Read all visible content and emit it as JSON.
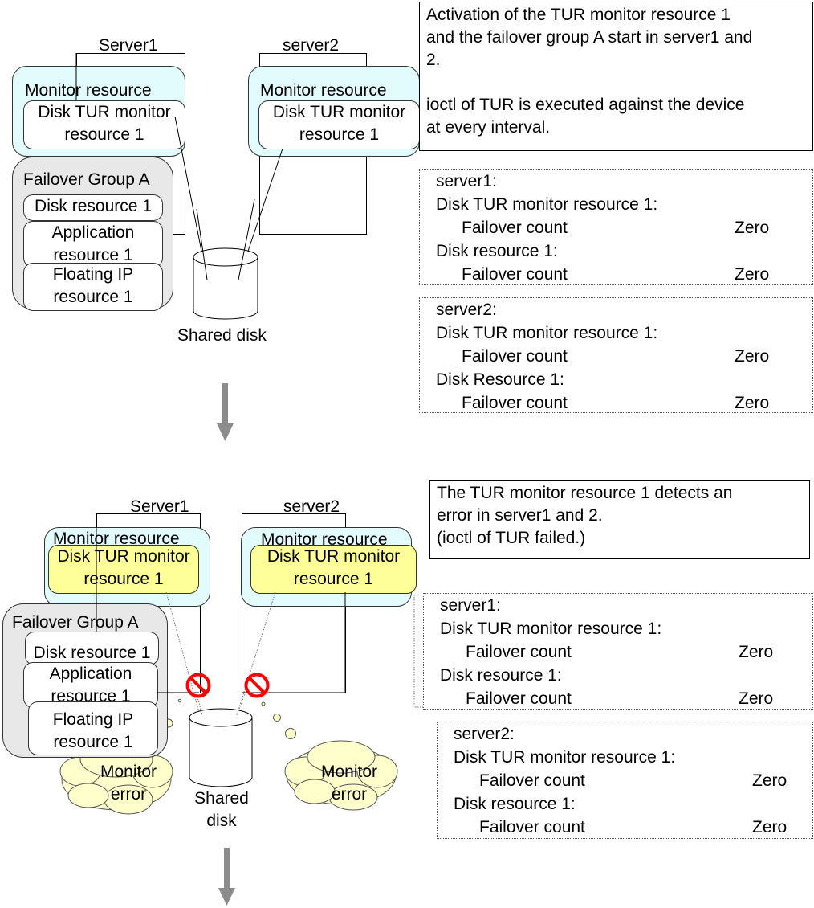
{
  "step1": {
    "server1_label": "Server1",
    "server2_label": "server2",
    "monitor_group_label": "Monitor resource",
    "tur_monitor_line1": "Disk TUR monitor",
    "tur_monitor_line2": "resource 1",
    "failover_group_label": "Failover Group A",
    "disk_resource": "Disk resource 1",
    "app_resource_line1": "Application",
    "app_resource_line2": "resource 1",
    "fip_resource_line1": "Floating IP",
    "fip_resource_line2": "resource 1",
    "shared_disk_label": "Shared disk",
    "note_lines": [
      "Activation of the TUR monitor resource 1",
      "and the failover group A start in server1 and",
      "2.",
      "",
      "ioctl of TUR is executed against the device",
      "at every interval."
    ],
    "status_server1": {
      "title": "server1:",
      "monitor_label": "Disk TUR monitor resource 1:",
      "monitor_count_label": "Failover count",
      "monitor_count_value": "Zero",
      "disk_label": "Disk resource 1:",
      "disk_count_label": "Failover count",
      "disk_count_value": "Zero"
    },
    "status_server2": {
      "title": "server2:",
      "monitor_label": "Disk TUR monitor resource 1:",
      "monitor_count_label": "Failover count",
      "monitor_count_value": "Zero",
      "disk_label": "Disk Resource 1:",
      "disk_count_label": "Failover count",
      "disk_count_value": "Zero"
    }
  },
  "step2": {
    "server1_label": "Server1",
    "server2_label": "server2",
    "monitor_group_label": "Monitor resource",
    "tur_monitor_line1": "Disk TUR monitor",
    "tur_monitor_line2": "resource 1",
    "failover_group_label": "Failover Group A",
    "disk_resource": "Disk resource 1",
    "app_resource_line1": "Application",
    "app_resource_line2": "resource 1",
    "fip_resource_line1": "Floating IP",
    "fip_resource_line2": "resource 1",
    "shared_disk_line1": "Shared",
    "shared_disk_line2": "disk",
    "error_cloud_line1": "Monitor",
    "error_cloud_line2": "error",
    "note_lines": [
      "The TUR monitor resource 1 detects an",
      "error in server1 and 2.",
      "(ioctl of TUR failed.)"
    ],
    "status_server1": {
      "title": "server1:",
      "monitor_label": "Disk TUR monitor resource 1:",
      "monitor_count_label": "Failover count",
      "monitor_count_value": "Zero",
      "disk_label": "Disk resource 1:",
      "disk_count_label": "Failover count",
      "disk_count_value": "Zero"
    },
    "status_server2": {
      "title": "server2:",
      "monitor_label": "Disk TUR monitor resource 1:",
      "monitor_count_label": "Failover count",
      "monitor_count_value": "Zero",
      "disk_label": "Disk resource 1:",
      "disk_count_label": "Failover count",
      "disk_count_value": "Zero"
    }
  },
  "colors": {
    "monitor_fill": "#e2fcfd",
    "group_fill": "#e8e8e8",
    "error_highlight": "#ffff99",
    "prohibit_red": "#ff0000",
    "cloud_fill": "#ffffcc",
    "arrow_gray": "#8c8c8c"
  },
  "icons": {
    "step_arrow": "down-arrow-icon",
    "prohibit": "prohibited-icon",
    "cloud": "thought-cloud-icon",
    "disk": "cylinder-disk-icon"
  }
}
